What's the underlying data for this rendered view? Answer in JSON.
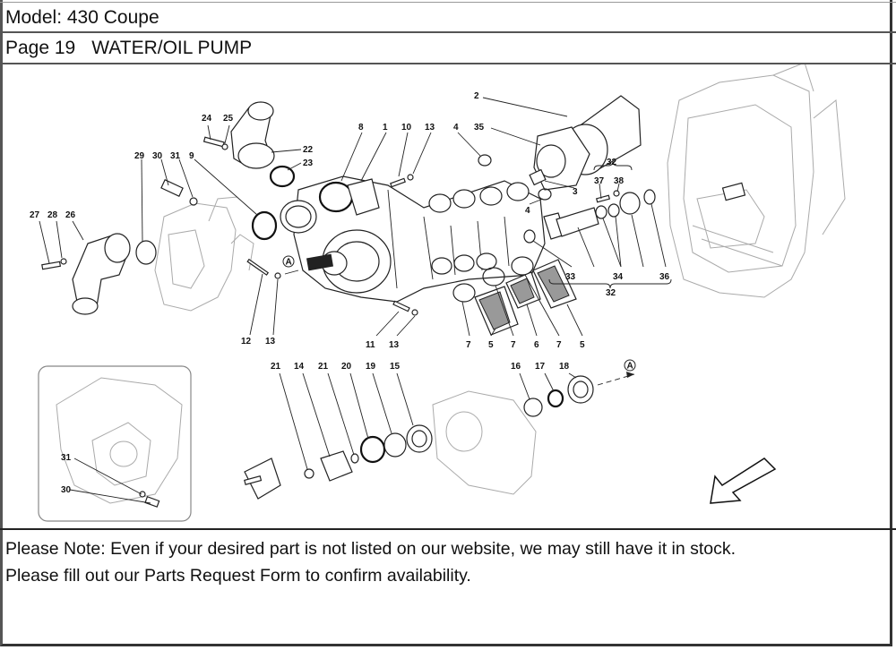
{
  "header": {
    "model_line": "Model: 430 Coupe",
    "page_label": "Page 19",
    "page_title": "WATER/OIL PUMP"
  },
  "diagram": {
    "callouts": {
      "c2": "2",
      "c35": "35",
      "c8": "8",
      "c1": "1",
      "c10": "10",
      "c13a": "13",
      "c4a": "4",
      "c24": "24",
      "c25": "25",
      "c22": "22",
      "c23": "23",
      "c29": "29",
      "c30": "30",
      "c31": "31",
      "c9": "9",
      "c27": "27",
      "c28": "28",
      "c26": "26",
      "c32top": "32",
      "c37": "37",
      "c38": "38",
      "c3": "3",
      "c4b": "4",
      "c33": "33",
      "c34": "34",
      "c36": "36",
      "c32bot": "32",
      "c12": "12",
      "c13b": "13",
      "c11": "11",
      "c13c": "13",
      "c7a": "7",
      "c5a": "5",
      "c7b": "7",
      "c6": "6",
      "c7c": "7",
      "c5b": "5",
      "c21a": "21",
      "c14": "14",
      "c21b": "21",
      "c20": "20",
      "c19": "19",
      "c15": "15",
      "c16": "16",
      "c17": "17",
      "c18": "18",
      "inset31": "31",
      "inset30": "30",
      "refA1": "A",
      "refA2": "A"
    },
    "direction_arrow": "front-direction-arrow"
  },
  "footer": {
    "note_line1": "Please Note: Even if your desired part is not listed on our website, we may still have it in stock.",
    "note_line2": "Please fill out our Parts Request Form to confirm availability."
  }
}
